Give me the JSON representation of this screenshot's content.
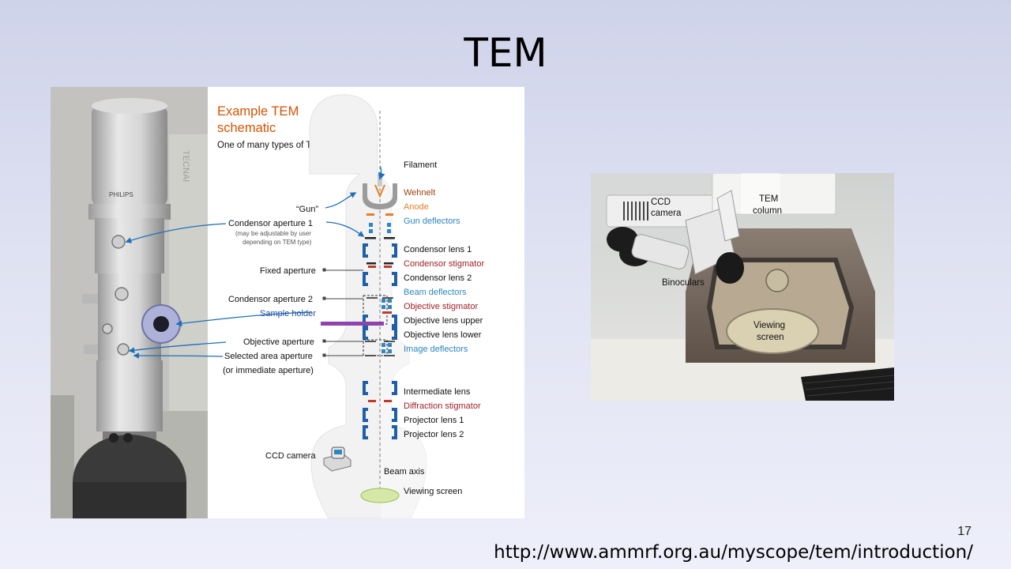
{
  "slide": {
    "title": "TEM",
    "page_number": "17",
    "source_url": "http://www.ammrf.org.au/myscope/tem/introduction/"
  },
  "schematic": {
    "title_line1": "Example TEM",
    "title_line2": "schematic",
    "subtitle": "One of many types of TEMs",
    "microscope_brand": "PHILIPS",
    "microscope_side_text": "TECNAI",
    "left_labels": {
      "gun": "“Gun”",
      "condensor_aperture_1": "Condensor aperture 1",
      "condensor_aperture_1_note1": "(may be adjustable by user",
      "condensor_aperture_1_note2": "depending on TEM type)",
      "fixed_aperture": "Fixed aperture",
      "condensor_aperture_2": "Condensor aperture 2",
      "sample_holder": "Sample holder",
      "objective_aperture": "Objective aperture",
      "selected_area_aperture": "Selected area aperture",
      "selected_area_aperture_note": "(or immediate aperture)",
      "ccd_camera": "CCD camera"
    },
    "right_labels": {
      "filament": "Filament",
      "wehnelt": "Wehnelt",
      "anode": "Anode",
      "gun_deflectors": "Gun deflectors",
      "condensor_lens_1": "Condensor lens 1",
      "condensor_stigmator": "Condensor stigmator",
      "condensor_lens_2": "Condensor lens 2",
      "beam_deflectors": "Beam deflectors",
      "objective_stigmator": "Objective stigmator",
      "objective_lens_upper": "Objective lens upper",
      "objective_lens_lower": "Objective lens lower",
      "image_deflectors": "Image deflectors",
      "intermediate_lens": "Intermediate lens",
      "diffraction_stigmator": "Diffraction stigmator",
      "projector_lens_1": "Projector lens 1",
      "projector_lens_2": "Projector lens 2",
      "beam_axis": "Beam axis",
      "viewing_screen": "Viewing screen"
    },
    "colors": {
      "title_orange": "#d35400",
      "lens_blue": "#1f5fa8",
      "stigmator_red": "#c0392b",
      "deflector_blue": "#2e86c1",
      "anode_orange": "#e67e22",
      "sample_purple": "#8e44ad",
      "screen_green": "#d5e8a8"
    }
  },
  "photo": {
    "labels": {
      "ccd_camera_line1": "CCD",
      "ccd_camera_line2": "camera",
      "tem_column_line1": "TEM",
      "tem_column_line2": "column",
      "binoculars": "Binoculars",
      "viewing_screen_line1": "Viewing",
      "viewing_screen_line2": "screen"
    }
  }
}
